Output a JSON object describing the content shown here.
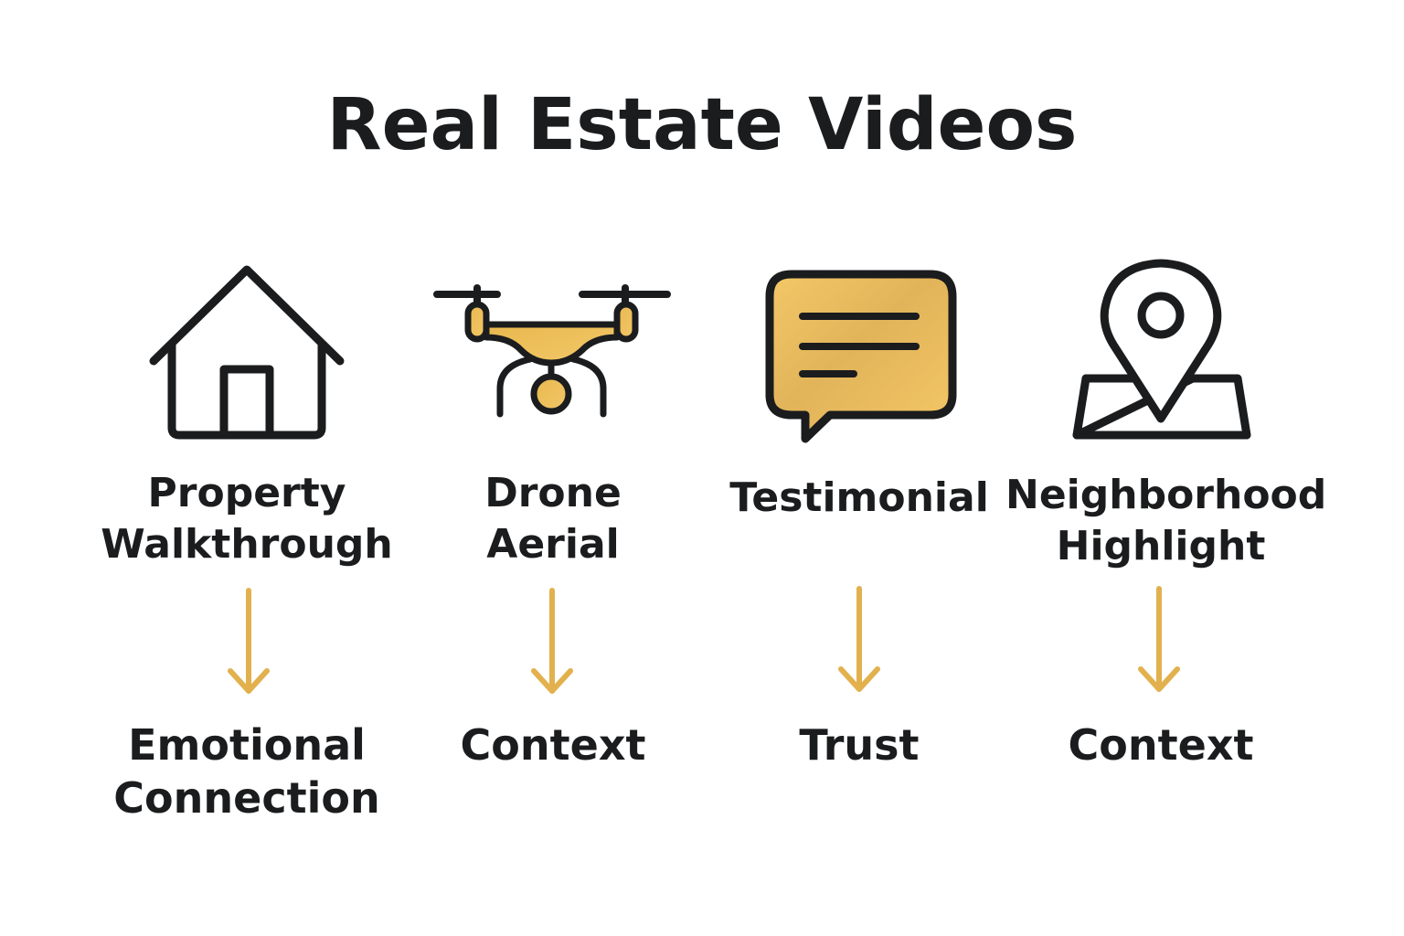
{
  "title": "Real Estate Videos",
  "colors": {
    "accent": "#e9b84e",
    "stroke": "#1b1c1e",
    "background": "#ffffff"
  },
  "columns": [
    {
      "icon": "house-icon",
      "label_lines": [
        "Property",
        "Walkthrough"
      ],
      "outcome_lines": [
        "Emotional",
        "Connection"
      ]
    },
    {
      "icon": "drone-icon",
      "label_lines": [
        "Drone",
        "Aerial"
      ],
      "outcome_lines": [
        "Context"
      ]
    },
    {
      "icon": "speech-bubble-icon",
      "label_lines": [
        "Testimonial"
      ],
      "outcome_lines": [
        "Trust"
      ]
    },
    {
      "icon": "map-pin-icon",
      "label_lines": [
        "Neighborhood",
        "Highlight"
      ],
      "outcome_lines": [
        "Context"
      ]
    }
  ]
}
